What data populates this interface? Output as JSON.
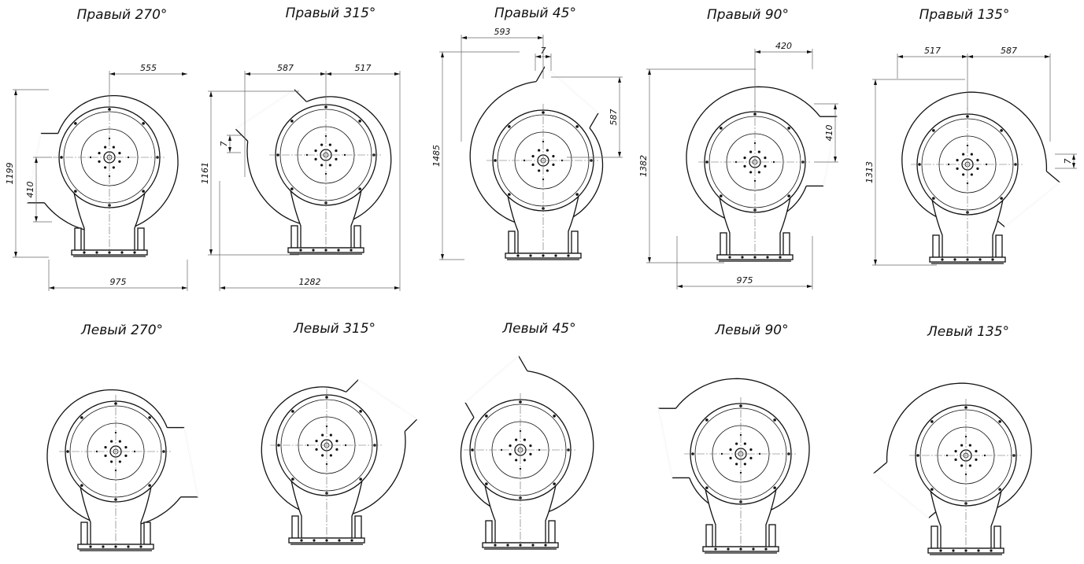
{
  "views": [
    {
      "title": "Правый 270°",
      "row": 0,
      "hand": "R",
      "outlet": 270,
      "dims": [
        "555",
        "1199",
        "410",
        "975"
      ]
    },
    {
      "title": "Правый 315°",
      "row": 0,
      "hand": "R",
      "outlet": 315,
      "dims": [
        "587",
        "517",
        "7",
        "1161",
        "1282"
      ]
    },
    {
      "title": "Правый 45°",
      "row": 0,
      "hand": "R",
      "outlet": 45,
      "dims": [
        "593",
        "7",
        "587",
        "1485"
      ]
    },
    {
      "title": "Правый 90°",
      "row": 0,
      "hand": "R",
      "outlet": 90,
      "dims": [
        "420",
        "410",
        "1382",
        "975"
      ]
    },
    {
      "title": "Правый 135°",
      "row": 0,
      "hand": "R",
      "outlet": 135,
      "dims": [
        "517",
        "587",
        "1313",
        "7"
      ]
    },
    {
      "title": "Левый 270°",
      "row": 1,
      "hand": "L",
      "outlet": 270,
      "dims": []
    },
    {
      "title": "Левый 315°",
      "row": 1,
      "hand": "L",
      "outlet": 315,
      "dims": []
    },
    {
      "title": "Левый 45°",
      "row": 1,
      "hand": "L",
      "outlet": 45,
      "dims": []
    },
    {
      "title": "Левый 90°",
      "row": 1,
      "hand": "L",
      "outlet": 90,
      "dims": []
    },
    {
      "title": "Левый 135°",
      "row": 1,
      "hand": "L",
      "outlet": 135,
      "dims": []
    }
  ]
}
